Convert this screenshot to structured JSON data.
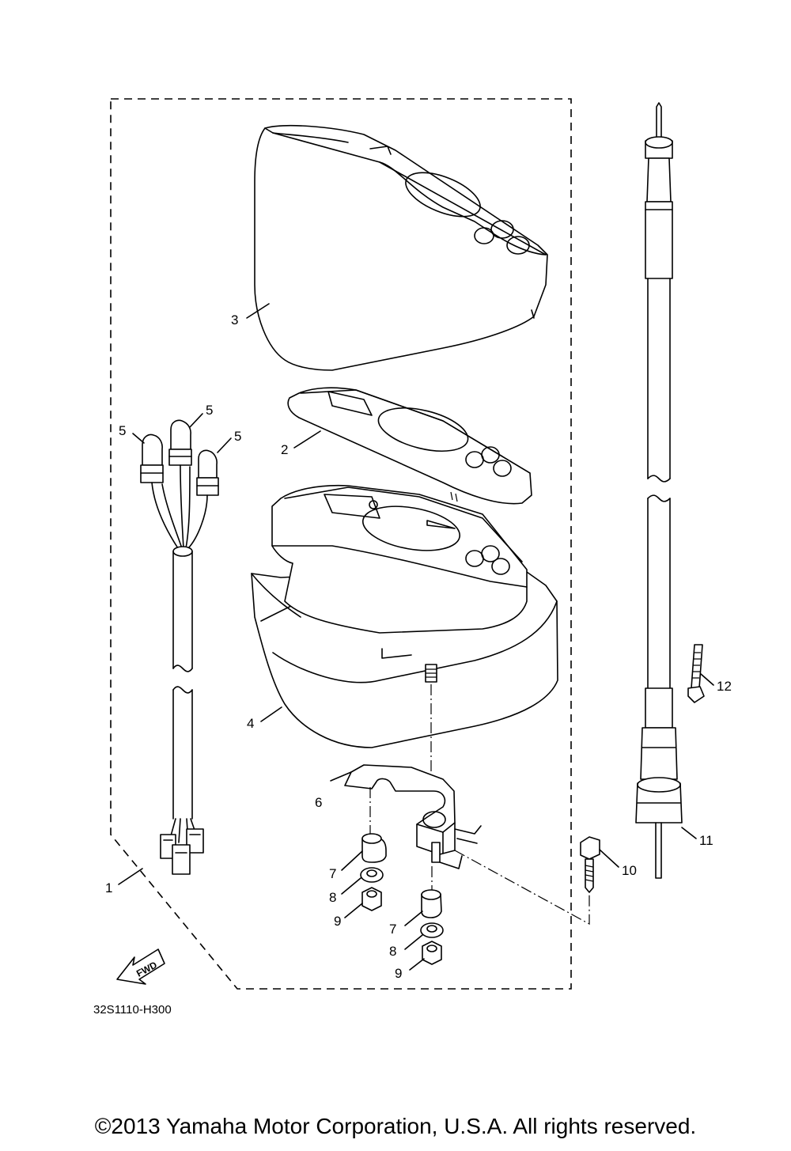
{
  "diagram": {
    "part_code": "32S1110-H300",
    "fwd_label": "FWD",
    "callouts": {
      "c1": "1",
      "c2": "2",
      "c3": "3",
      "c4": "4",
      "c5a": "5",
      "c5b": "5",
      "c5c": "5",
      "c6": "6",
      "c7a": "7",
      "c7b": "7",
      "c8a": "8",
      "c8b": "8",
      "c9a": "9",
      "c9b": "9",
      "c10": "10",
      "c11": "11",
      "c12": "12"
    }
  },
  "footer": {
    "copyright": "©2013 Yamaha Motor Corporation, U.S.A. All rights reserved."
  }
}
